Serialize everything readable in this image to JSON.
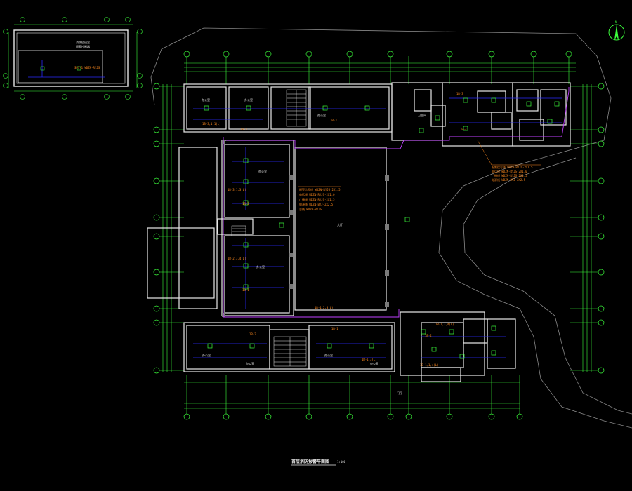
{
  "drawing": {
    "title": "首层消防报警平面图",
    "scale": "1:100"
  },
  "inset": {
    "note_line1": "消防值班室",
    "note_line2": "报警控制器",
    "tag": "SPS-1 WDZN-RYJS"
  },
  "circuit_tags": {
    "t1": "1B-3",
    "t2": "1B-3",
    "t3": "1B-2",
    "t4": "1B-1",
    "t5": "1B-2",
    "t6": "1B-1",
    "t7": "1B-2",
    "t8": "1B-3",
    "t9": "1B-4",
    "t10": "1B-3,1,1(L)",
    "t11": "1B-3,1,3(L)",
    "t12": "1B-2,3,4(L)",
    "t13": "1B-1,2,3(L)",
    "t14": "1B-1,3(L)",
    "t15": "1B-1,1,4(L)",
    "t16": "1B-1,3,4(L)"
  },
  "riser_note": {
    "l1": "报警信号线 WDZN-RYJS-2X1.5",
    "l2": "电话线 WDZN-RYJS-2X1.0",
    "l3": "广播线 WDZN-RYJS-2X1.5",
    "l4": "电源线 WDZN-BYJ-2X2.5",
    "l5": "总线 WDZN-RYJS"
  },
  "feeder_note": {
    "l1": "报警信号线 WDZN-RYJS-2X1.5",
    "l2": "电话线 WDZN-RYJS-2X1.0",
    "l3": "广播线 WDZN-RYJS-2X1.5",
    "l4": "电源线 WDZN-BYJ-2X2.5"
  },
  "room_labels": {
    "r1": "办公室",
    "r2": "办公室",
    "r3": "办公室",
    "r4": "办公室",
    "r5": "办公室",
    "r6": "办公室",
    "r7": "办公室",
    "r8": "办公室",
    "r9": "办公室",
    "r10": "大厅",
    "r11": "卫生间",
    "r12": "门厅"
  },
  "north_arrow": "N",
  "colors": {
    "wall": "#e8e8e8",
    "axis": "#3cff3c",
    "bus": "#2a2aff",
    "note": "#ff8a1e",
    "pipe": "#c040ff",
    "hatch": "#7a7a7a"
  }
}
